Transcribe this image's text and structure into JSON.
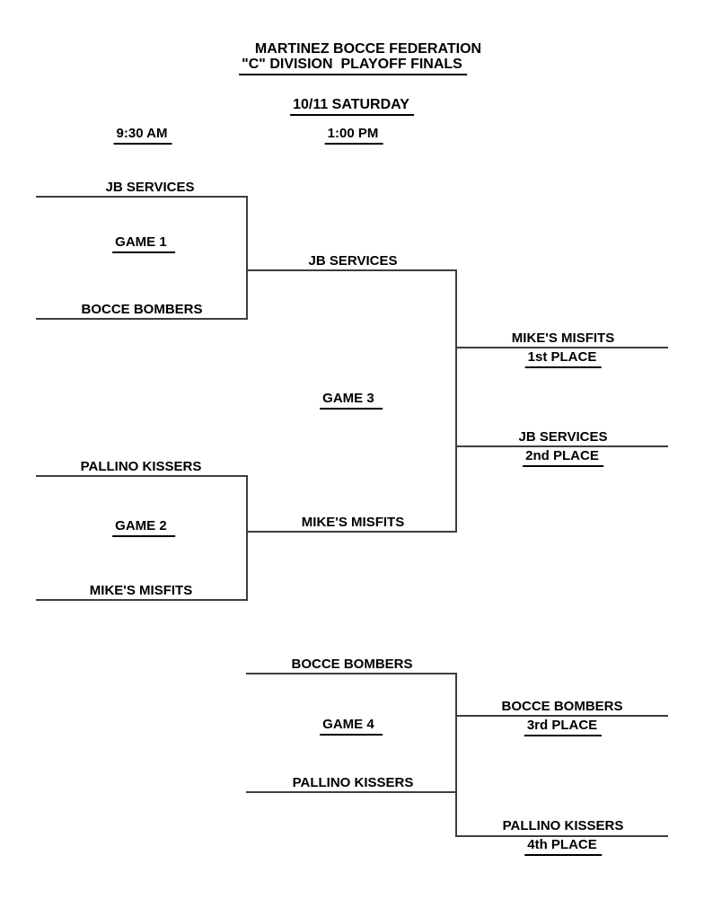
{
  "header": {
    "title": "MARTINEZ BOCCE FEDERATION",
    "subtitle": "\"C\" DIVISION  PLAYOFF FINALS",
    "date": "10/11 SATURDAY",
    "round1_time": "9:30 AM",
    "round2_time": "1:00 PM"
  },
  "games": [
    {
      "label": "GAME 1 ",
      "top_team": "JB SERVICES",
      "bottom_team": "BOCCE BOMBERS"
    },
    {
      "label": "GAME 2 ",
      "top_team": "PALLINO KISSERS",
      "bottom_team": "MIKE'S MISFITS"
    },
    {
      "label": "GAME 3 ",
      "top_team": "JB SERVICES",
      "bottom_team": "MIKE'S MISFITS"
    },
    {
      "label": "GAME 4 ",
      "top_team": "BOCCE BOMBERS",
      "bottom_team": "PALLINO KISSERS"
    }
  ],
  "results": [
    {
      "team": "MIKE'S MISFITS",
      "place": "1st PLACE"
    },
    {
      "team": "JB SERVICES",
      "place": "2nd PLACE"
    },
    {
      "team": "BOCCE BOMBERS",
      "place": "3rd PLACE"
    },
    {
      "team": "PALLINO KISSERS",
      "place": "4th PLACE"
    }
  ],
  "colors": {
    "line": "#3d3d3d",
    "text": "#000000",
    "background": "#ffffff"
  }
}
